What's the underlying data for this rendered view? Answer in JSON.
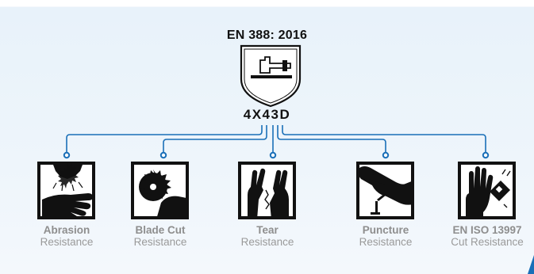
{
  "standard": {
    "title": "EN 388: 2016",
    "code": "4X43D"
  },
  "icons": [
    {
      "label_bold": "Abrasion",
      "label_sub": "Resistance",
      "icon": "abrasion-icon"
    },
    {
      "label_bold": "Blade Cut",
      "label_sub": "Resistance",
      "icon": "blade-cut-icon"
    },
    {
      "label_bold": "Tear",
      "label_sub": "Resistance",
      "icon": "tear-icon"
    },
    {
      "label_bold": "Puncture",
      "label_sub": "Resistance",
      "icon": "puncture-icon"
    },
    {
      "label_bold": "EN ISO 13997",
      "label_sub": "Cut Resistance",
      "icon": "iso-cut-icon"
    }
  ],
  "colors": {
    "connector": "#1a6fb8",
    "text_dark": "#111111",
    "label_gray": "#8e8e8e"
  }
}
